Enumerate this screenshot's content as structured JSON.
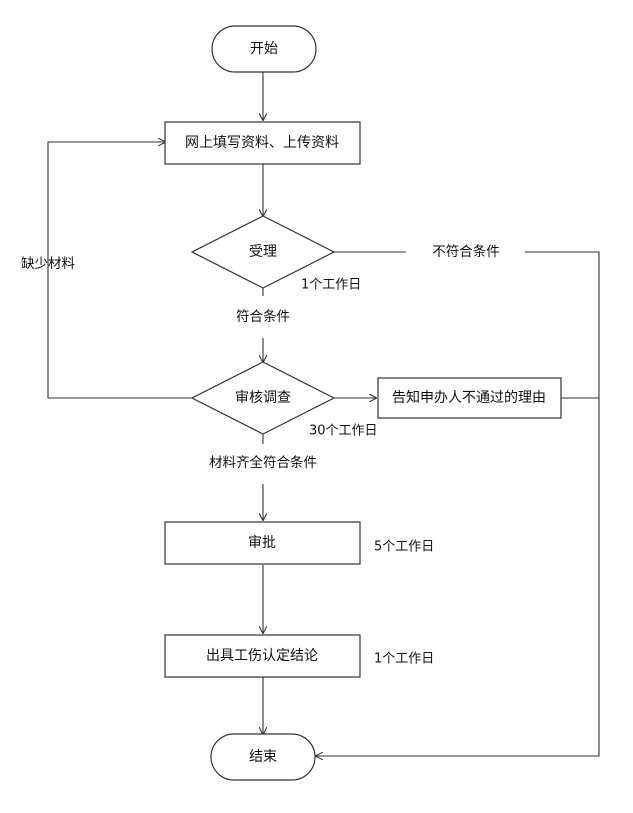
{
  "nodes": {
    "start": "开始",
    "fill_upload": "网上填写资料、上传资料",
    "accept": "受理",
    "review": "审核调查",
    "notify_reject": "告知申办人不通过的理由",
    "approve": "审批",
    "issue_conclusion": "出具工伤认定结论",
    "end": "结束"
  },
  "edge_labels": {
    "not_eligible": "不符合条件",
    "eligible": "符合条件",
    "missing_materials": "缺少材料",
    "materials_complete": "材料齐全符合条件"
  },
  "durations": {
    "accept": "1个工作日",
    "review": "30个工作日",
    "approve": "5个工作日",
    "issue": "1个工作日"
  }
}
